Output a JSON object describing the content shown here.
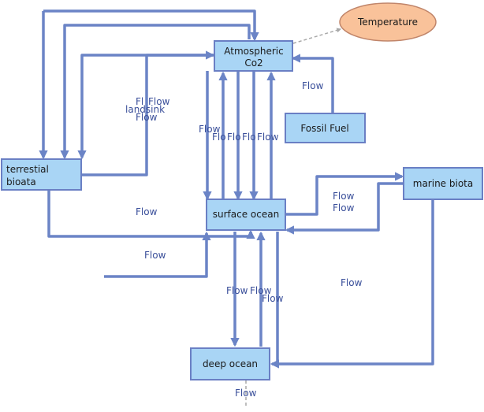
{
  "stocks": {
    "atmospheric": [
      "Atmospheric",
      "Co2"
    ],
    "terrestrial": [
      "terrestial",
      "bioata"
    ],
    "fossil_fuel": "Fossil Fuel",
    "surface_ocean": "surface ocean",
    "marine_biota": "marine biota",
    "deep_ocean": "deep ocean"
  },
  "nodes": {
    "temperature": "Temperature"
  },
  "flow_labels": {
    "land_top_1": "Fl",
    "land_top_2": "Flow",
    "land_sink": "landsink",
    "land_flow": "Flow",
    "fossil_flow": "Flow",
    "atm_left": "Flow",
    "atm_mid_1": "Flo",
    "atm_mid_2": "Flo",
    "atm_mid_3": "Flo",
    "atm_mid_4": "Flow",
    "marine_1": "Flow",
    "marine_2": "Flow",
    "terrestrial_ocean": "Flow",
    "bottom_inflow": "Flow",
    "marine_deep": "Flow",
    "deep_1": "Flow",
    "deep_2": "Flow",
    "deep_3": "Flow",
    "deep_out": "Flow"
  },
  "colors": {
    "flow": "#6b84c6",
    "stock_fill": "#a9d5f5",
    "stock_border": "#6a7fc4",
    "temperature_fill": "#f9c29a",
    "label_text": "#3a4f9a",
    "dashed_link": "#a8a8a8"
  }
}
